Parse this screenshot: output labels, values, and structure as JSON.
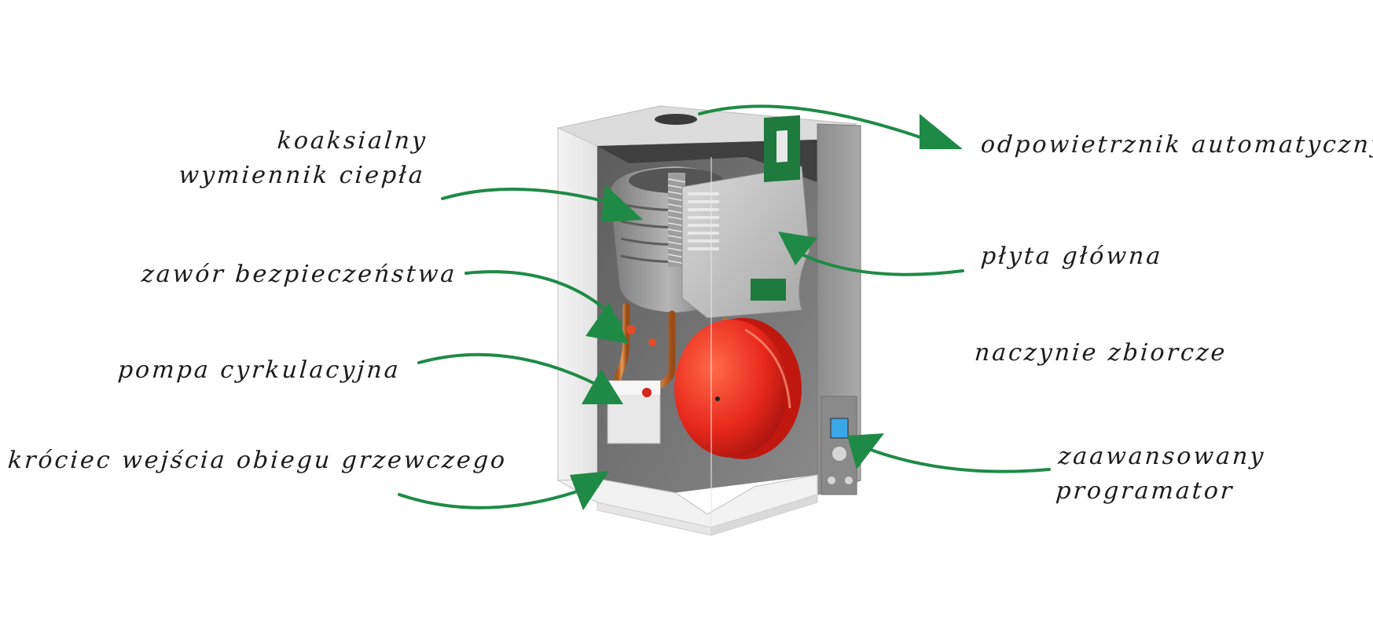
{
  "diagram": {
    "subject": "wall-mounted gas boiler cutaway",
    "arrow_color": "#1f8a45",
    "vessel_color": "#e8281c",
    "callouts": [
      {
        "id": "heat-exchanger",
        "lines": [
          "koaksialny",
          "wymiennik ciepła"
        ]
      },
      {
        "id": "safety-valve",
        "lines": [
          "zawór bezpieczeństwa"
        ]
      },
      {
        "id": "circulation-pump",
        "lines": [
          "pompa cyrkulacyjna"
        ]
      },
      {
        "id": "heating-inlet",
        "lines": [
          "króciec wejścia obiegu grzewczego"
        ]
      },
      {
        "id": "auto-air-vent",
        "lines": [
          "odpowietrznik automatyczny"
        ]
      },
      {
        "id": "main-board",
        "lines": [
          "płyta główna"
        ]
      },
      {
        "id": "expansion-vessel",
        "lines": [
          "naczynie zbiorcze"
        ]
      },
      {
        "id": "programmer",
        "lines": [
          "zaawansowany",
          "programator"
        ]
      }
    ]
  }
}
